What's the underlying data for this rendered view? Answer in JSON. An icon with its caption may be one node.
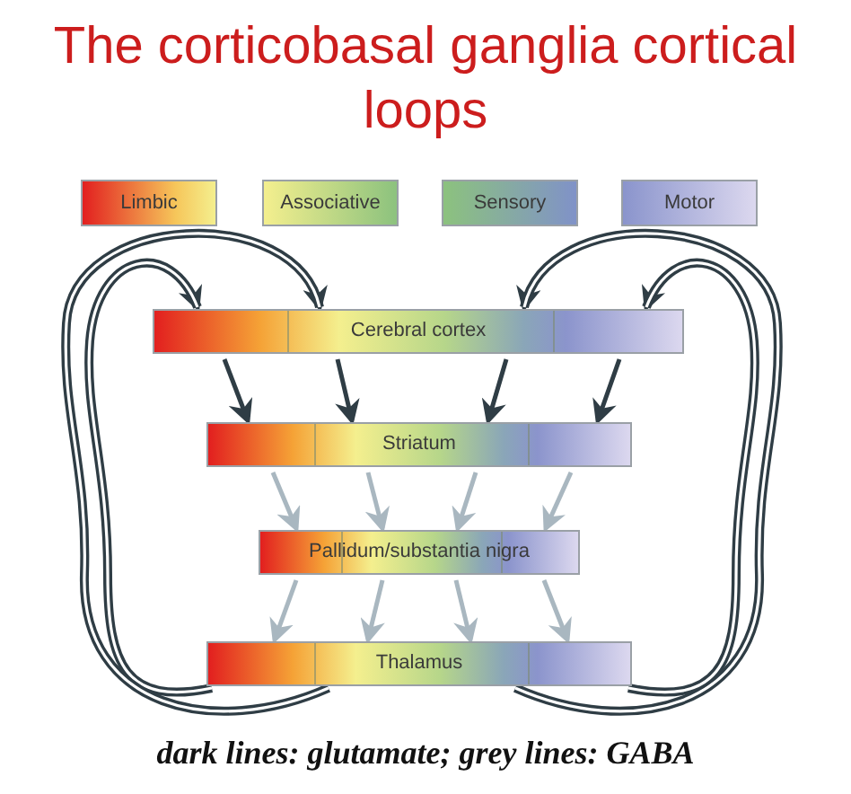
{
  "diagram": {
    "title": "The corticobasal ganglia cortical loops",
    "caption": "dark lines: glutamate; grey lines: GABA",
    "nodes": [
      {
        "text": [
          "Limbic"
        ]
      },
      {
        "text": [
          "Associative"
        ]
      },
      {
        "text": [
          "Sensory"
        ]
      },
      {
        "text": [
          "Motor"
        ]
      },
      {
        "text": [
          "Cerebral cortex"
        ]
      },
      {
        "text": [
          "Striatum"
        ]
      },
      {
        "text": [
          "Pallidum/substantia nigra"
        ]
      },
      {
        "text": [
          "Thalamus"
        ]
      }
    ],
    "edges": [
      {
        "from": 4,
        "to": 5,
        "arrow": "to",
        "color": "#2f3d45"
      },
      {
        "from": 4,
        "to": 5,
        "arrow": "to",
        "color": "#2f3d45"
      },
      {
        "from": 4,
        "to": 5,
        "arrow": "to",
        "color": "#2f3d45"
      },
      {
        "from": 4,
        "to": 5,
        "arrow": "to",
        "color": "#2f3d45"
      },
      {
        "from": 5,
        "to": 6,
        "arrow": "to",
        "color": "#a9b7c0"
      },
      {
        "from": 5,
        "to": 6,
        "arrow": "to",
        "color": "#a9b7c0"
      },
      {
        "from": 5,
        "to": 6,
        "arrow": "to",
        "color": "#a9b7c0"
      },
      {
        "from": 5,
        "to": 6,
        "arrow": "to",
        "color": "#a9b7c0"
      },
      {
        "from": 6,
        "to": 7,
        "arrow": "to",
        "color": "#a9b7c0"
      },
      {
        "from": 6,
        "to": 7,
        "arrow": "to",
        "color": "#a9b7c0"
      },
      {
        "from": 6,
        "to": 7,
        "arrow": "to",
        "color": "#a9b7c0"
      },
      {
        "from": 6,
        "to": 7,
        "arrow": "to",
        "color": "#a9b7c0"
      },
      {
        "from": 7,
        "to": 4,
        "arrow": "to",
        "style": "thick",
        "color": "#2f3d45"
      },
      {
        "from": 7,
        "to": 4,
        "arrow": "to",
        "style": "thick",
        "color": "#2f3d45"
      },
      {
        "from": 7,
        "to": 4,
        "arrow": "to",
        "style": "thick",
        "color": "#2f3d45"
      },
      {
        "from": 7,
        "to": 4,
        "arrow": "to",
        "style": "thick",
        "color": "#2f3d45"
      }
    ]
  }
}
